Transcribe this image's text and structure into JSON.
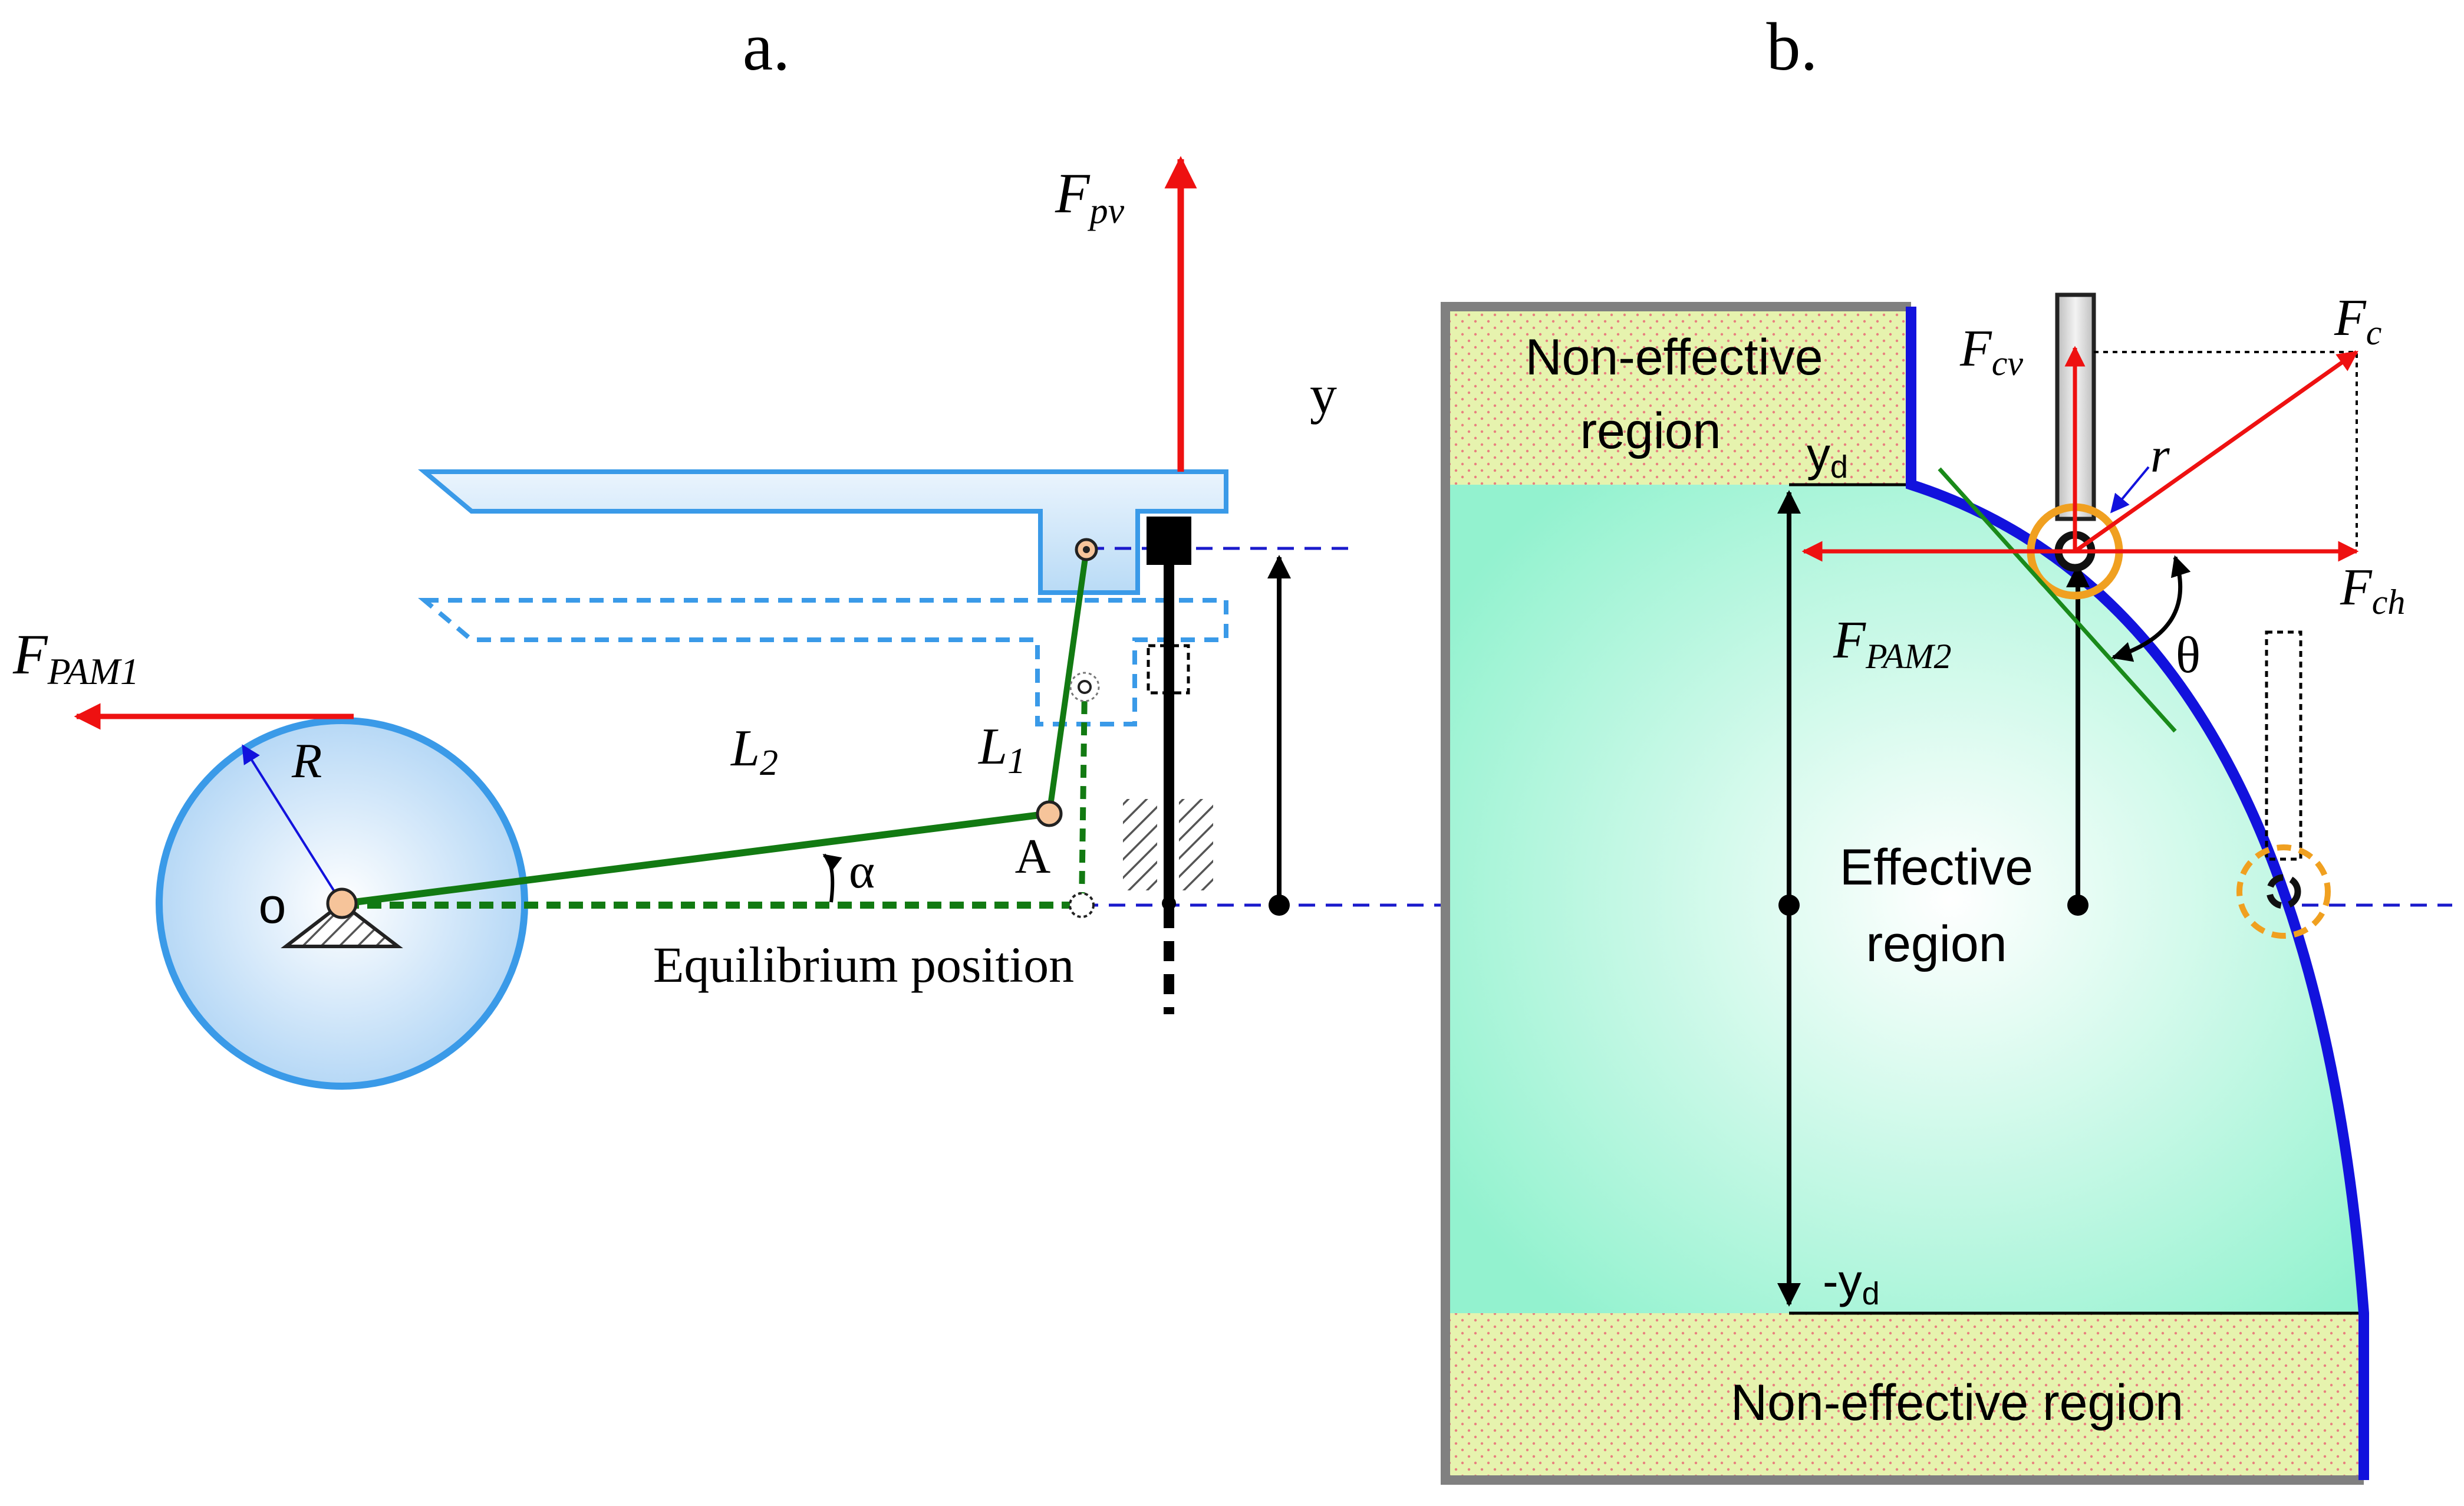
{
  "panel_a": {
    "label": "a.",
    "force_pam1_main": "F",
    "force_pam1_sub": "PAM1",
    "force_pv_main": "F",
    "force_pv_sub": "pv",
    "radius_label": "R",
    "pivot_label": "o",
    "link_l2_main": "L",
    "link_l2_sub": "2",
    "link_l1_main": "L",
    "link_l1_sub": "1",
    "joint_label": "A",
    "angle_label": "α",
    "displacement_label": "y",
    "equilibrium_label": "Equilibrium position"
  },
  "panel_b": {
    "label": "b.",
    "top_region_line1": "Non-effective",
    "top_region_line2": "region",
    "bottom_region": "Non-effective region",
    "effective_line1": "Effective",
    "effective_line2": "region",
    "yd_main": "y",
    "yd_sub": "d",
    "neg_yd_main": "-y",
    "neg_yd_sub": "d",
    "force_cv_main": "F",
    "force_cv_sub": "cv",
    "force_c_main": "F",
    "force_c_sub": "c",
    "force_ch_main": "F",
    "force_ch_sub": "ch",
    "force_pam2_main": "F",
    "force_pam2_sub": "PAM2",
    "roller_radius_label": "r",
    "angle_label": "θ"
  },
  "colors": {
    "force_arrow": "#ee1111",
    "link_green": "#127a12",
    "plate_blue": "#3a9ae8",
    "cam_profile": "#1212dd",
    "roller_orange": "#f0a020",
    "axis_dash": "#1a1acc",
    "frame_gray": "#808080"
  }
}
